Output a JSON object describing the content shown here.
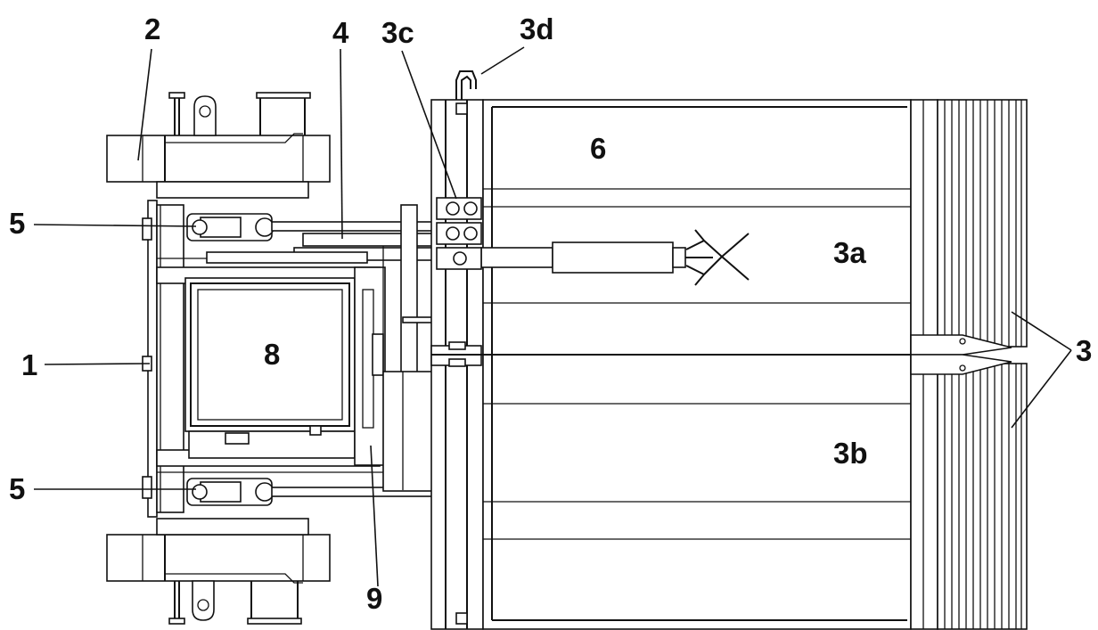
{
  "labels": {
    "l1": "1",
    "l2": "2",
    "l3": "3",
    "l3a": "3a",
    "l3b": "3b",
    "l3c": "3c",
    "l3d": "3d",
    "l4": "4",
    "l5_top": "5",
    "l5_bottom": "5",
    "l6": "6",
    "l8": "8",
    "l9": "9"
  },
  "colors": {
    "line": "#111111",
    "background": "#ffffff"
  }
}
